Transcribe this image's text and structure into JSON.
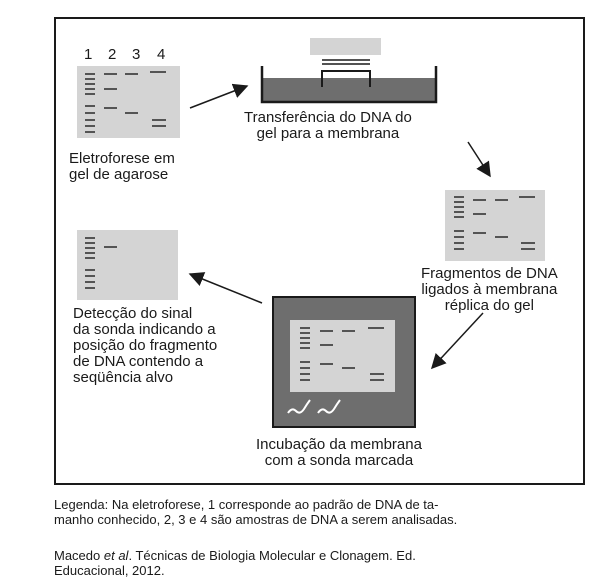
{
  "lane_numbers": [
    "1",
    "2",
    "3",
    "4"
  ],
  "steps": {
    "eletroforese": "Eletroforese em\ngel de agarose",
    "transferencia": "Transferência do DNA do\ngel para a membrana",
    "fragmentos": "Fragmentos de DNA\nligados à membrana\nréplica do gel",
    "incubacao": "Incubação da membrana\ncom a sonda marcada",
    "deteccao": "Detecção do sinal\nda sonda indicando a\nposição do fragmento\nde DNA contendo a\nseqüência alvo"
  },
  "legend": "Legenda: Na eletroforese, 1 corresponde ao padrão de DNA de ta-\nmanho conhecido, 2, 3 e 4 são amostras de DNA a serem analisadas.",
  "reference": {
    "authors": "Macedo ",
    "etal": "et al",
    "rest": ". Técnicas de Biologia Molecular e Clonagem. Ed.\nEducacional, 2012."
  },
  "colors": {
    "gel": "#d4d4d4",
    "dark": "#6e6e6e",
    "outline": "#1a1a1a",
    "band": "#2a2a2a"
  }
}
